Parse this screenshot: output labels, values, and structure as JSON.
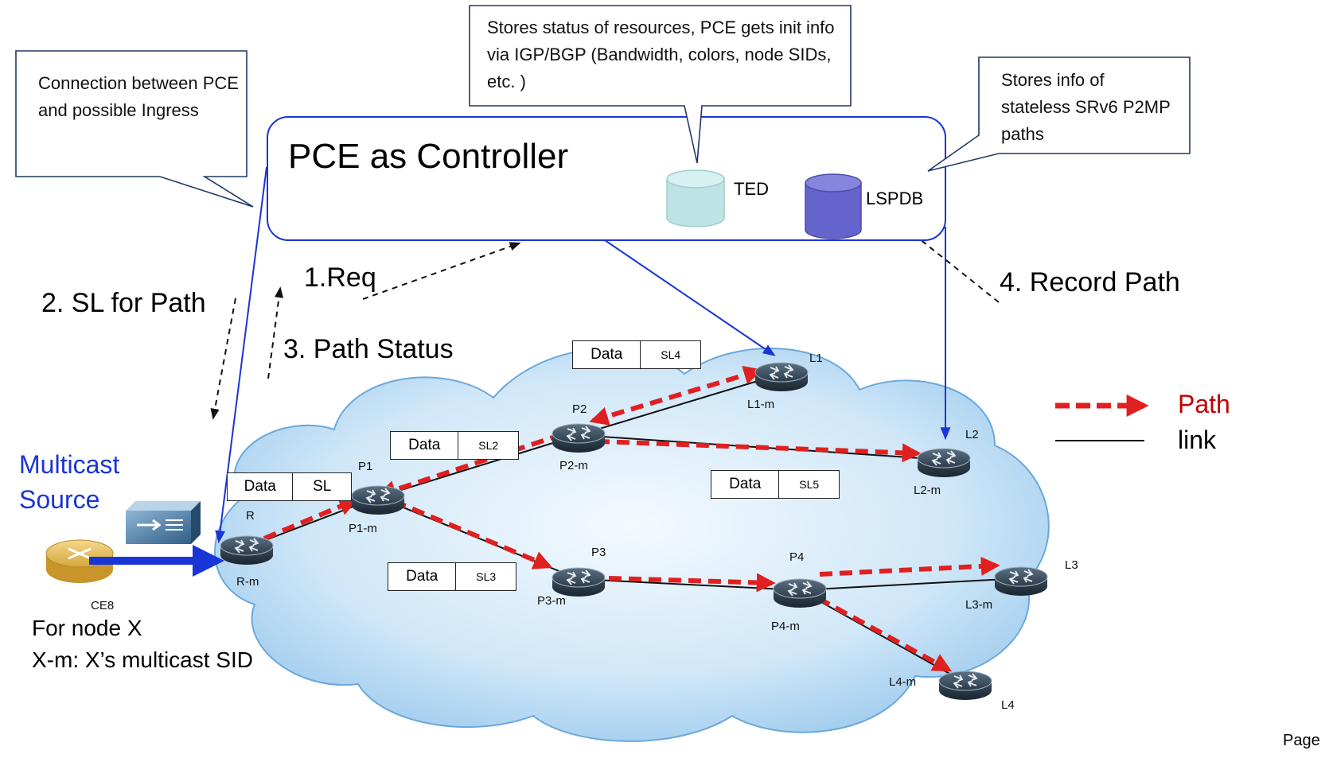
{
  "callouts": {
    "connection": "Connection between PCE and possible Ingress",
    "resources": "Stores status of resources, PCE gets init info via IGP/BGP (Bandwidth, colors, node SIDs, etc. )",
    "stateless": "Stores info of stateless SRv6 P2MP paths"
  },
  "pce": {
    "title": "PCE as Controller",
    "ted": "TED",
    "lspdb": "LSPDB"
  },
  "steps": {
    "req": "1.Req",
    "sl_for_path": "2. SL for Path",
    "path_status": "3. Path Status",
    "record_path": "4. Record Path"
  },
  "nodes": {
    "R": {
      "name": "R",
      "sid": "R-m"
    },
    "P1": {
      "name": "P1",
      "sid": "P1-m"
    },
    "P2": {
      "name": "P2",
      "sid": "P2-m"
    },
    "P3": {
      "name": "P3",
      "sid": "P3-m"
    },
    "P4": {
      "name": "P4",
      "sid": "P4-m"
    },
    "L1": {
      "name": "L1",
      "sid": "L1-m"
    },
    "L2": {
      "name": "L2",
      "sid": "L2-m"
    },
    "L3": {
      "name": "L3",
      "sid": "L3-m"
    },
    "L4": {
      "name": "L4",
      "sid": "L4-m"
    },
    "CE8": {
      "name": "CE8"
    }
  },
  "packets": [
    {
      "data": "Data",
      "sl": "SL"
    },
    {
      "data": "Data",
      "sl": "SL2"
    },
    {
      "data": "Data",
      "sl": "SL3"
    },
    {
      "data": "Data",
      "sl": "SL4"
    },
    {
      "data": "Data",
      "sl": "SL5"
    }
  ],
  "source": {
    "line1": "Multicast",
    "line2": "Source"
  },
  "legend": {
    "path": "Path",
    "link": "link"
  },
  "note": {
    "line1": "For node X",
    "line2": "X-m: X’s multicast SID"
  },
  "footer": {
    "page": "Page"
  },
  "colors": {
    "path": "#e02020",
    "control": "#1a35d6",
    "path_label": "#c00000",
    "cloud": "#a9d3f2"
  }
}
